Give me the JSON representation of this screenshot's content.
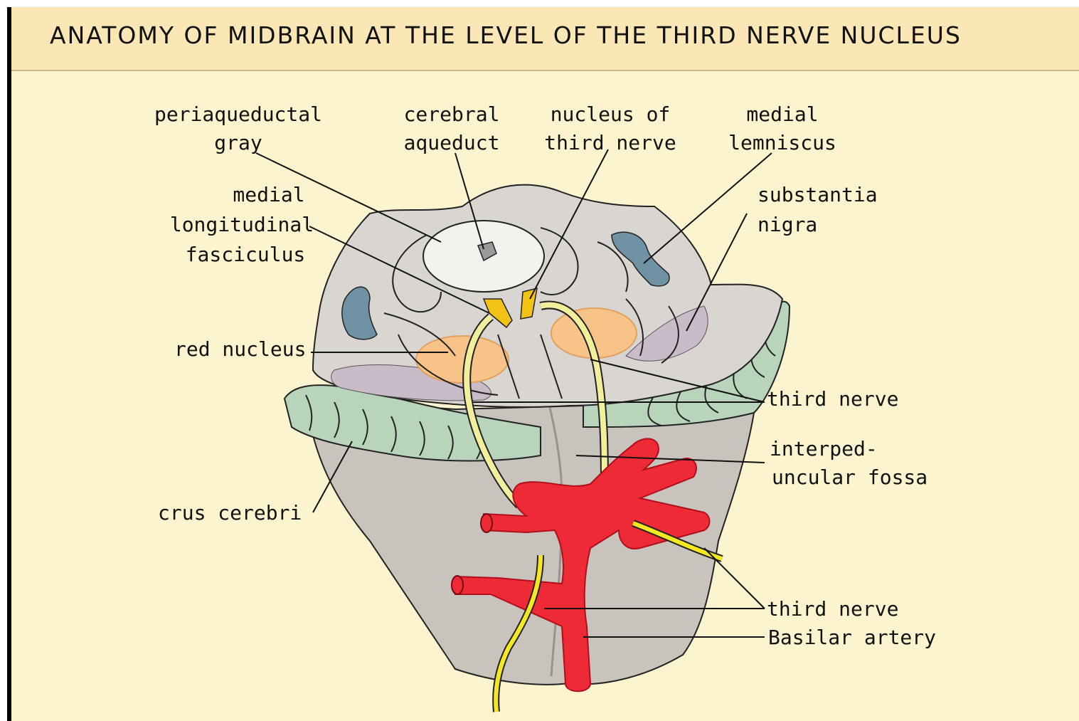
{
  "title": "ANATOMY OF MIDBRAIN AT THE LEVEL OF THE THIRD NERVE NUCLEUS",
  "labels": {
    "periaqueductal_gray": [
      "periaqueductal",
      "gray"
    ],
    "cerebral_aqueduct": [
      "cerebral",
      "aqueduct"
    ],
    "nucleus_of_third_nerve": [
      "nucleus of",
      "third nerve"
    ],
    "medial_lemniscus": [
      "medial",
      "lemniscus"
    ],
    "medial_longitudinal_fasciculus": [
      "medial",
      "longitudinal",
      "fasciculus"
    ],
    "substantia_nigra": [
      "substantia",
      "nigra"
    ],
    "red_nucleus": "red nucleus",
    "third_nerve_upper": "third nerve",
    "interpeduncular_fossa": [
      "interped-",
      "uncular fossa"
    ],
    "crus_cerebri": "crus cerebri",
    "third_nerve_lower": "third nerve",
    "basilar_artery": "Basilar artery"
  },
  "colors": {
    "background": "#fcf3cf",
    "title_band": "#fbe7b5",
    "tegmentum": "#d9d6d2",
    "brainstem": "#c9c3bd",
    "crus": "#b8d5bc",
    "red_nucleus": "#f8c388",
    "nerve": "#f7f07a",
    "artery": "#ee2a36",
    "lemniscus": "#6f93a4",
    "nigra": "#c9bcc8",
    "aqueduct_area": "#f2f2ef"
  }
}
